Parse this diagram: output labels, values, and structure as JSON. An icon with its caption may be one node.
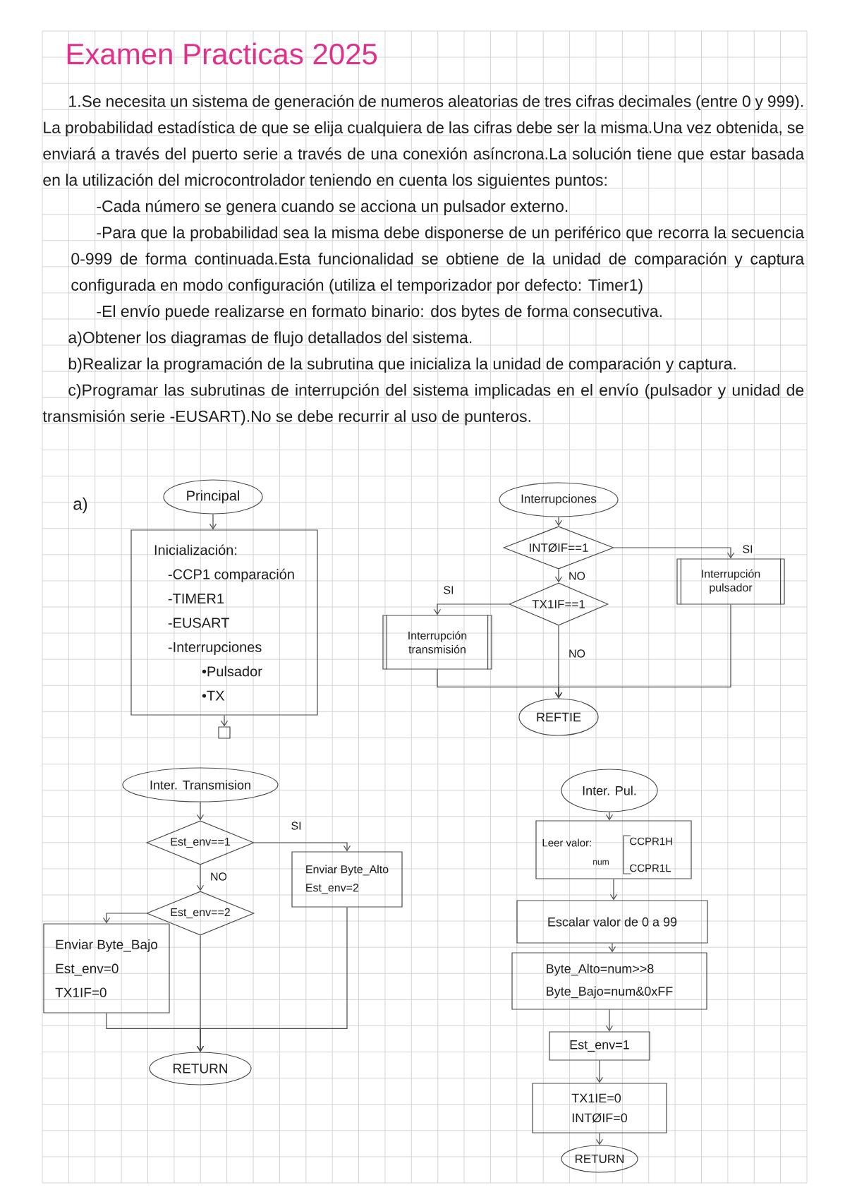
{
  "diagram": {
    "title": "Examen Practicas 2025",
    "nodes": [
      {
        "text": [
          "Principal"
        ]
      },
      {
        "text": [
          "Inicialización:",
          "-CCP1 comparación",
          "-TIMER1",
          "-EUSART",
          "-Interrupciones",
          "•Pulsador",
          "•TX"
        ]
      },
      {
        "text": [],
        "shape": "box"
      },
      {
        "text": [
          "Interrupciones"
        ]
      },
      {
        "text": [
          "INTØIF==1"
        ]
      },
      {
        "text": [
          "Interrupción pulsador"
        ]
      },
      {
        "text": [
          "TX1IF==1"
        ]
      },
      {
        "text": [
          "Interrupción transmisión"
        ]
      },
      {
        "text": [
          "REFTIE"
        ]
      },
      {
        "text": [
          "Inter. Transmision"
        ]
      },
      {
        "text": [
          "Est_env==1"
        ]
      },
      {
        "text": [
          "Enviar Byte_Alto",
          "Est_env=2"
        ]
      },
      {
        "text": [
          "Est_env==2"
        ]
      },
      {
        "text": [
          "Enviar Byte_Bajo",
          "Est_env=0",
          "TX1IF=0"
        ]
      },
      {
        "text": [
          "RETURN"
        ]
      },
      {
        "text": [
          "Inter. Pul."
        ]
      },
      {
        "text": [
          "Leer valor:",
          "num",
          "CCPR1H",
          "CCPR1L"
        ]
      },
      {
        "text": [
          "Escalar valor de 0 a 99"
        ]
      },
      {
        "text": [
          "Byte_Alto=num>>8",
          "Byte_Bajo=num&0xFF"
        ]
      },
      {
        "text": [
          "Est_env=1"
        ]
      },
      {
        "text": [
          "TX1IE=0",
          "INTØIF=0"
        ]
      },
      {
        "text": [
          "RETURN"
        ]
      }
    ],
    "edges": [
      {
        "from": 0,
        "to": 1,
        "arrow": "to"
      },
      {
        "from": 1,
        "to": 2,
        "arrow": "to"
      },
      {
        "from": 3,
        "to": 4,
        "arrow": "to"
      },
      {
        "from": 4,
        "to": 5,
        "arrow": "to",
        "label": "SI"
      },
      {
        "from": 4,
        "to": 6,
        "arrow": "to",
        "label": "NO"
      },
      {
        "from": 6,
        "to": 7,
        "arrow": "to",
        "label": "SI"
      },
      {
        "from": 6,
        "to": 8,
        "arrow": "to",
        "label": "NO"
      },
      {
        "from": 7,
        "to": 8,
        "arrow": "to"
      },
      {
        "from": 5,
        "to": 8,
        "arrow": "to"
      },
      {
        "from": 9,
        "to": 10,
        "arrow": "to"
      },
      {
        "from": 10,
        "to": 11,
        "arrow": "to",
        "label": "SI"
      },
      {
        "from": 10,
        "to": 12,
        "arrow": "to",
        "label": "NO"
      },
      {
        "from": 12,
        "to": 13,
        "arrow": "to"
      },
      {
        "from": 12,
        "to": 14,
        "arrow": "to"
      },
      {
        "from": 13,
        "to": 14,
        "arrow": "to"
      },
      {
        "from": 11,
        "to": 14,
        "arrow": "to"
      },
      {
        "from": 15,
        "to": 16,
        "arrow": "to"
      },
      {
        "from": 16,
        "to": 17,
        "arrow": "to"
      },
      {
        "from": 17,
        "to": 18,
        "arrow": "to"
      },
      {
        "from": 18,
        "to": 19,
        "arrow": "to"
      },
      {
        "from": 19,
        "to": 20,
        "arrow": "to"
      },
      {
        "from": 20,
        "to": 21,
        "arrow": "to"
      }
    ],
    "labels": [
      "1.Se necesita un sistema de generación de numeros aleatorias de tres cifras decimales (entre 0 y 999). La probabilidad estadística de que se elija cualquiera de las cifras debe ser la misma.Una vez obtenida, se enviará a través del puerto serie a través de una conexión asíncrona.La solución tiene que estar basada en la utilización del microcontrolador teniendo en cuenta los siguientes puntos:",
      "-Cada número se genera cuando se acciona un pulsador externo.",
      "-Para que la probabilidad sea la misma debe disponerse de un periférico que recorra la secuencia 0-999 de forma continuada.Esta funcionalidad se obtiene de la unidad de comparación y captura configurada en modo configuración (utiliza el temporizador por defecto: Timer1)",
      "-El envío puede realizarse en formato binario: dos bytes de forma consecutiva.",
      "a)Obtener los diagramas de flujo detallados del sistema.",
      "b)Realizar la programación de la subrutina que inicializa la unidad de comparación y captura.",
      "c)Programar las subrutinas de interrupción del sistema implicadas en el envío (pulsador y unidad de transmisión serie -EUSART).No se debe recurrir al uso de punteros.",
      "a)"
    ]
  }
}
